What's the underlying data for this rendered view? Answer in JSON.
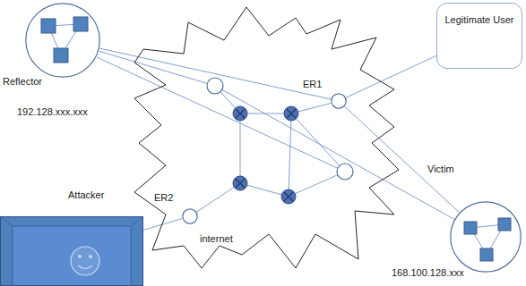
{
  "diagram": {
    "nodes": [
      {
        "text": [
          "Reflector",
          "192.128.xxx.xxx"
        ]
      },
      {
        "text": [
          "Legitimate User"
        ]
      },
      {
        "text": [
          "Attacker"
        ]
      },
      {
        "text": [
          "Victim",
          "168.100.128.xxx"
        ]
      },
      {
        "text": [
          "internet"
        ]
      },
      {
        "text": [
          "ER1"
        ],
        "in": 4
      },
      {
        "text": [
          "ER2"
        ],
        "in": 4
      }
    ],
    "edges": [
      {
        "from": 0,
        "to": 5,
        "arrow": "none"
      },
      {
        "from": 1,
        "to": 5,
        "arrow": "none"
      },
      {
        "from": 5,
        "to": 3,
        "arrow": "none"
      },
      {
        "from": 2,
        "to": 6,
        "arrow": "none"
      }
    ]
  }
}
